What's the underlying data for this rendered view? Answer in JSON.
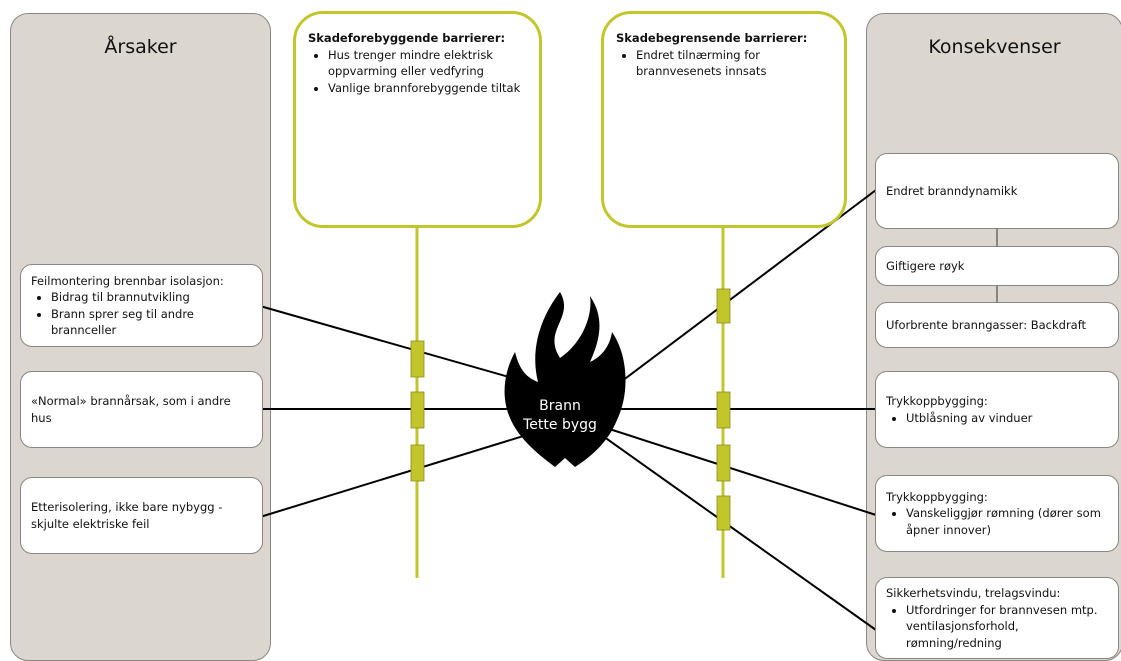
{
  "causes": {
    "title": "Årsaker",
    "items": [
      {
        "lead": "Feilmontering brennbar isolasjon:",
        "bullets": [
          "Bidrag til brannutvikling",
          "Brann sprer seg til andre brannceller"
        ]
      },
      {
        "lead": "«Normal» brannårsak, som i andre hus",
        "bullets": []
      },
      {
        "lead": "Etterisolering, ikke bare nybygg -skjulte elektriske feil",
        "bullets": []
      }
    ]
  },
  "consequences": {
    "title": "Konsekvenser",
    "items": [
      {
        "lead": "Endret branndynamikk",
        "bullets": []
      },
      {
        "lead": "Giftigere røyk",
        "bullets": []
      },
      {
        "lead": "Uforbrente branngasser: Backdraft",
        "bullets": []
      },
      {
        "lead": "Trykkoppbygging:",
        "bullets": [
          "Utblåsning av vinduer"
        ]
      },
      {
        "lead": "Trykkoppbygging:",
        "bullets": [
          "Vanskeliggjør rømning (dører som åpner innover)"
        ]
      },
      {
        "lead": "Sikkerhetsvindu, trelagsvindu:",
        "bullets": [
          "Utfordringer for brannvesen mtp. ventilasjonsforhold, rømning/redning"
        ]
      }
    ]
  },
  "barriers": {
    "preventive": {
      "title": "Skadeforebyggende barrierer",
      "bullets": [
        "Hus trenger mindre elektrisk oppvarming eller vedfyring",
        "Vanlige brannforebyggende tiltak"
      ]
    },
    "mitigating": {
      "title": "Skadebegrensende barrierer",
      "bullets": [
        "Endret tilnærming for brannvesenets innsats"
      ]
    }
  },
  "event": {
    "line1": "Brann",
    "line2": "Tette bygg"
  },
  "colors": {
    "barrier": "#c3c62b",
    "panel": "#dcd6d0",
    "fire": "#000000",
    "border": "#8a8683"
  }
}
